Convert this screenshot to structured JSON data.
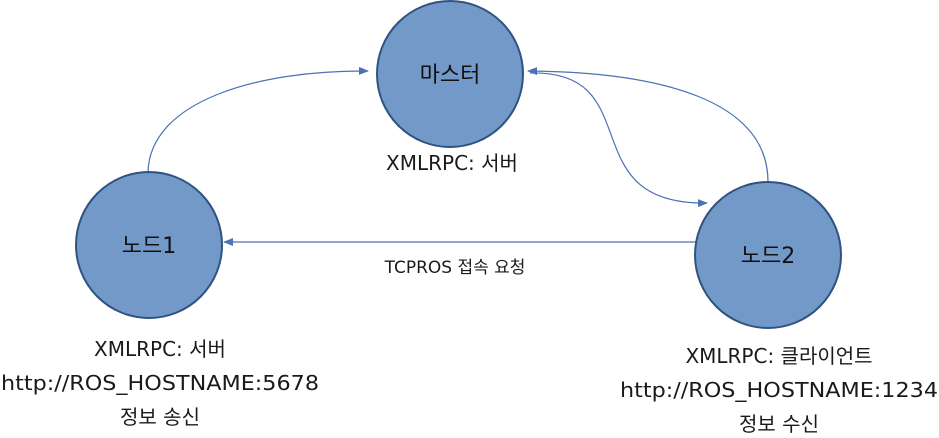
{
  "nodes": {
    "master": {
      "label": "마스터",
      "caption": "XMLRPC: 서버"
    },
    "node1": {
      "label": "노드1",
      "caption_lines": [
        "XMLRPC: 서버",
        "http://ROS_HOSTNAME:5678",
        "정보 송신"
      ]
    },
    "node2": {
      "label": "노드2",
      "caption_lines": [
        "XMLRPC: 클라이언트",
        "http://ROS_HOSTNAME:1234",
        "정보 수신"
      ]
    }
  },
  "edges": {
    "tcpros": {
      "label": "TCPROS 접속 요청"
    }
  },
  "colors": {
    "node_fill": "#7399c9",
    "node_stroke": "#2f5380",
    "edge": "#4a72b5"
  }
}
